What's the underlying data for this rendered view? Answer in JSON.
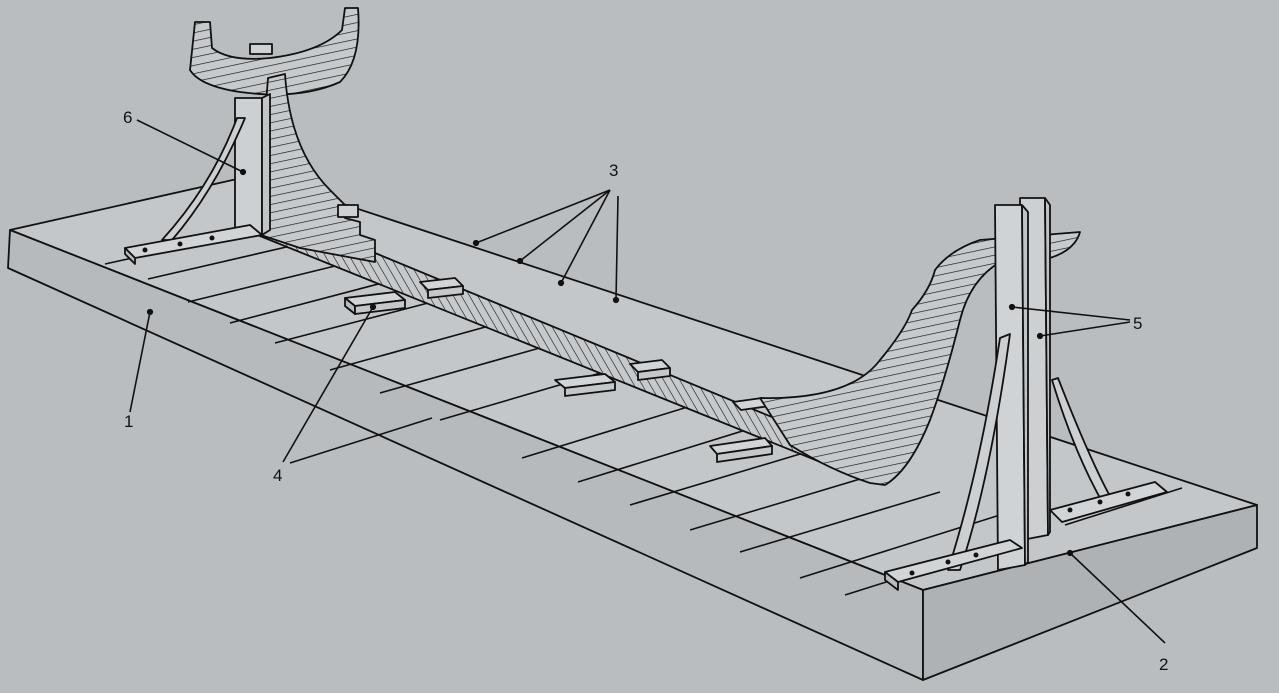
{
  "diagram": {
    "callouts": [
      {
        "id": "1",
        "label": "1"
      },
      {
        "id": "2",
        "label": "2"
      },
      {
        "id": "3",
        "label": "3"
      },
      {
        "id": "4",
        "label": "4"
      },
      {
        "id": "5",
        "label": "5"
      },
      {
        "id": "6",
        "label": "6"
      }
    ]
  },
  "colors": {
    "background": "#b9bdc0",
    "top_face": "#c3c7ca",
    "side_face": "#b6babd",
    "ink": "#111111"
  }
}
